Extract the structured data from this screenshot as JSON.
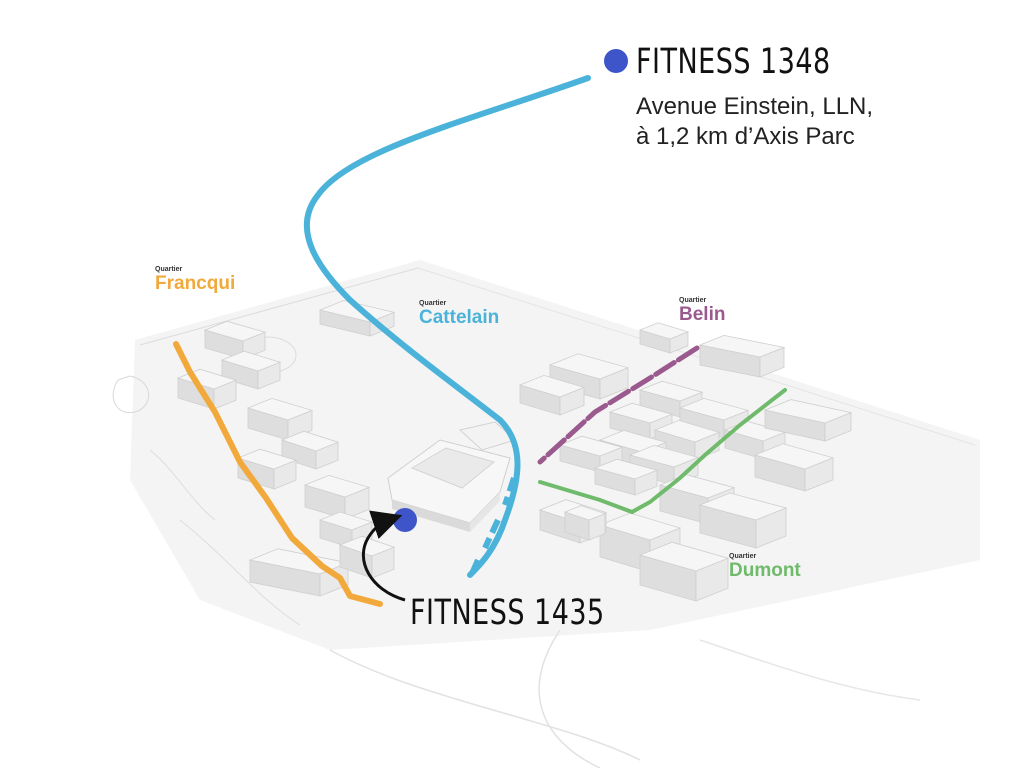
{
  "colors": {
    "francqui": "#f2a93b",
    "cattelain": "#4bb3da",
    "belin": "#9a5a8e",
    "dumont": "#6fba6b",
    "marker": "#3d55c8",
    "building_top": "#f6f6f6",
    "building_side": "#dedede",
    "ground": "#f1f1f1"
  },
  "districts": [
    {
      "prefix": "Quartier",
      "name": "Francqui",
      "color_key": "francqui"
    },
    {
      "prefix": "Quartier",
      "name": "Cattelain",
      "color_key": "cattelain"
    },
    {
      "prefix": "Quartier",
      "name": "Belin",
      "color_key": "belin"
    },
    {
      "prefix": "Quartier",
      "name": "Dumont",
      "color_key": "dumont"
    }
  ],
  "locations": [
    {
      "name": "FITNESS 1348",
      "address_line1": "Avenue Einstein, LLN,",
      "address_line2": "à 1,2 km d’Axis Parc",
      "marker_icon": "location-dot-icon"
    },
    {
      "name": "FITNESS 1435",
      "marker_icon": "location-dot-icon",
      "pointer_icon": "curved-arrow-icon"
    }
  ]
}
